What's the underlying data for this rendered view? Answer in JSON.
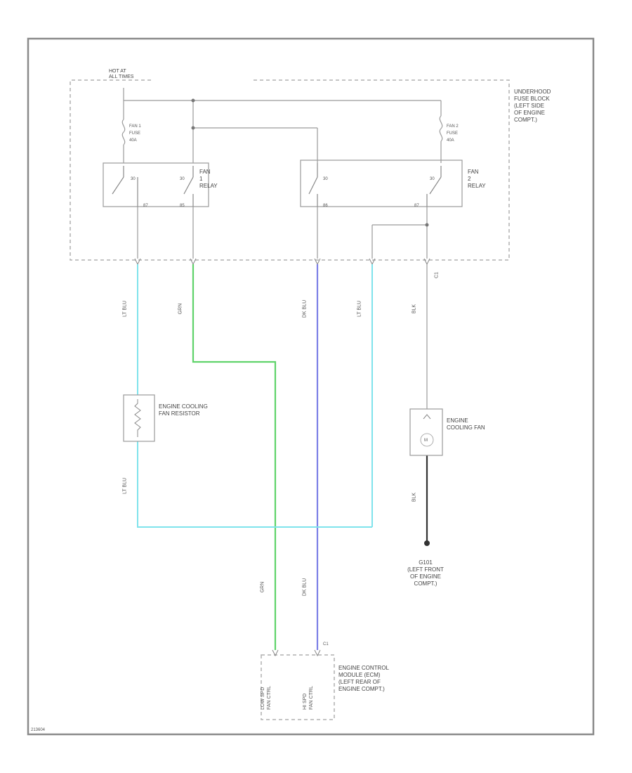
{
  "hot_at_label": "HOT AT\nALL TIMES",
  "fuse_block_label": "UNDERHOOD\nFUSE BLOCK\n(LEFT SIDE\nOF ENGINE\nCOMPT.)",
  "fuse1": {
    "name": "FAN 1",
    "type": "FUSE",
    "rating": "40A"
  },
  "fuse2": {
    "name": "FAN 2",
    "type": "FUSE",
    "rating": "40A"
  },
  "relay1": {
    "label": "FAN\n1\nRELAY",
    "pin_switch_left": "30",
    "pin_switch_right": "30",
    "pin_bottom_left": "87",
    "pin_bottom_right": "85"
  },
  "relay2": {
    "label": "FAN\n2\nRELAY",
    "pin_switch_left": "30",
    "pin_switch_right": "30",
    "pin_bottom_left": "86",
    "pin_bottom_right": "87"
  },
  "connector_c1": "C1",
  "wire_codes": [
    "LT BLU",
    "GRN",
    "DK BLU",
    "LT BLU",
    "BLK"
  ],
  "resistor_wire_code": "LT BLU",
  "resistor_label": "ENGINE COOLING\nFAN RESISTOR",
  "fan_label": "ENGINE\nCOOLING FAN",
  "fan_motor_symbol": "M",
  "fan_ground_wire_code": "BLK",
  "ground_label": "G101\n(LEFT FRONT\nOF ENGINE\nCOMPT.)",
  "ecm_wire_codes": [
    "GRN",
    "DK BLU"
  ],
  "ecm_pins": [
    "LOW SPD\nFAN CTRL",
    "HI SPD\nFAN CTRL"
  ],
  "ecm_connector": "C1",
  "ecm_label": "ENGINE CONTROL\nMODULE (ECM)\n(LEFT REAR OF\nENGINE COMPT.)",
  "footer_code": "213604",
  "colors": {
    "lt_blu": "#7fe3ec",
    "grn": "#5fd36a",
    "dk_blu": "#7b7fe6",
    "line": "#9a9a9a",
    "dash": "#b0b0b0"
  }
}
